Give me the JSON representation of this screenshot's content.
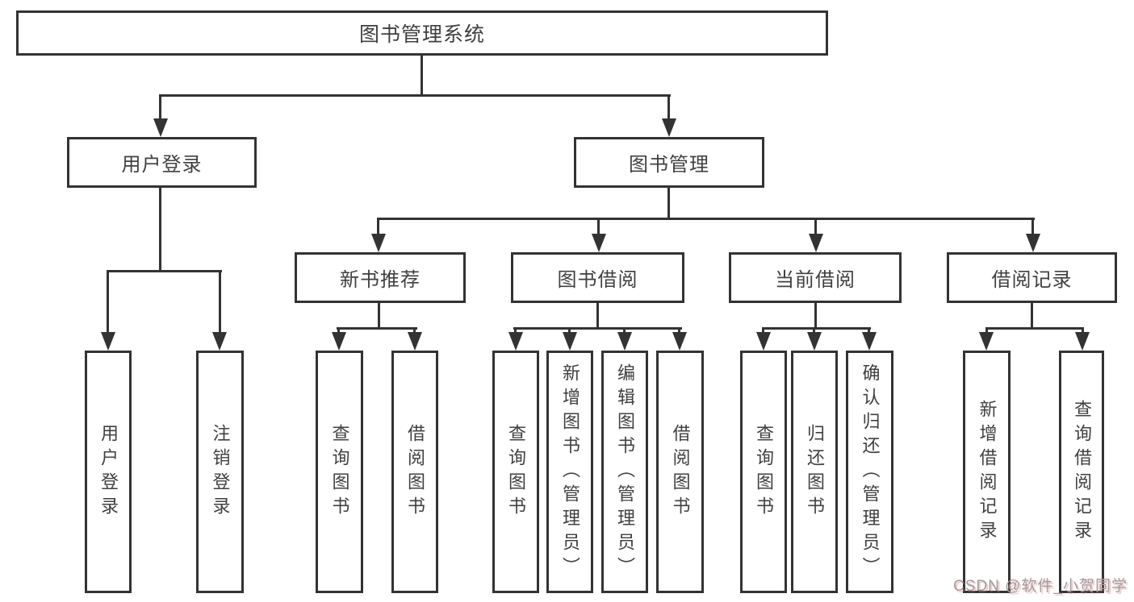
{
  "diagram": {
    "root": {
      "label": "图书管理系统"
    },
    "level1": {
      "user_login": "用户登录",
      "book_mgmt": "图书管理"
    },
    "level2": {
      "new_book": "新书推荐",
      "book_borrow": "图书借阅",
      "current_borrow": "当前借阅",
      "borrow_record": "借阅记录"
    },
    "leaves": {
      "user_login": "用户登录",
      "logout": "注销登录",
      "rec_query_book": "查询图书",
      "rec_borrow_book": "借阅图书",
      "bb_query_book": "查询图书",
      "bb_add_book": "新增图书（管理员）",
      "bb_edit_book": "编辑图书（管理员）",
      "bb_borrow_book": "借阅图书",
      "cb_query_book": "查询图书",
      "cb_return_book": "归还图书",
      "cb_confirm_return": "确认归还（管理员）",
      "br_add_record": "新增借阅记录",
      "br_query_record": "查询借阅记录"
    },
    "watermark": "CSDN @软件_小贺同学",
    "colors": {
      "line": "#333333",
      "text": "#404040",
      "watermark_gray": "#9e9e9e",
      "background": "#ffffff"
    }
  }
}
